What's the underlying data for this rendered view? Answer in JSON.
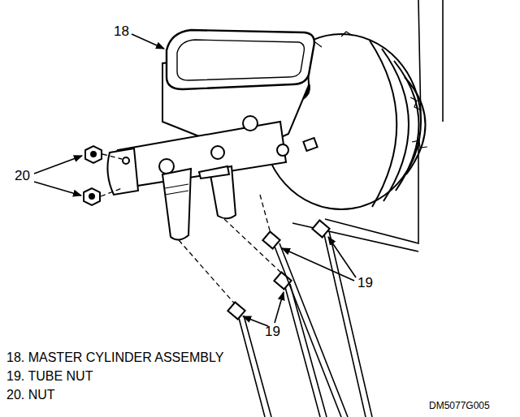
{
  "diagram": {
    "labels": [
      "18",
      "20",
      "19",
      "19",
      "18. MASTER CYLINDER ASSEMBLY",
      "19. TUBE NUT",
      "20. NUT",
      "DM5077G005"
    ]
  }
}
